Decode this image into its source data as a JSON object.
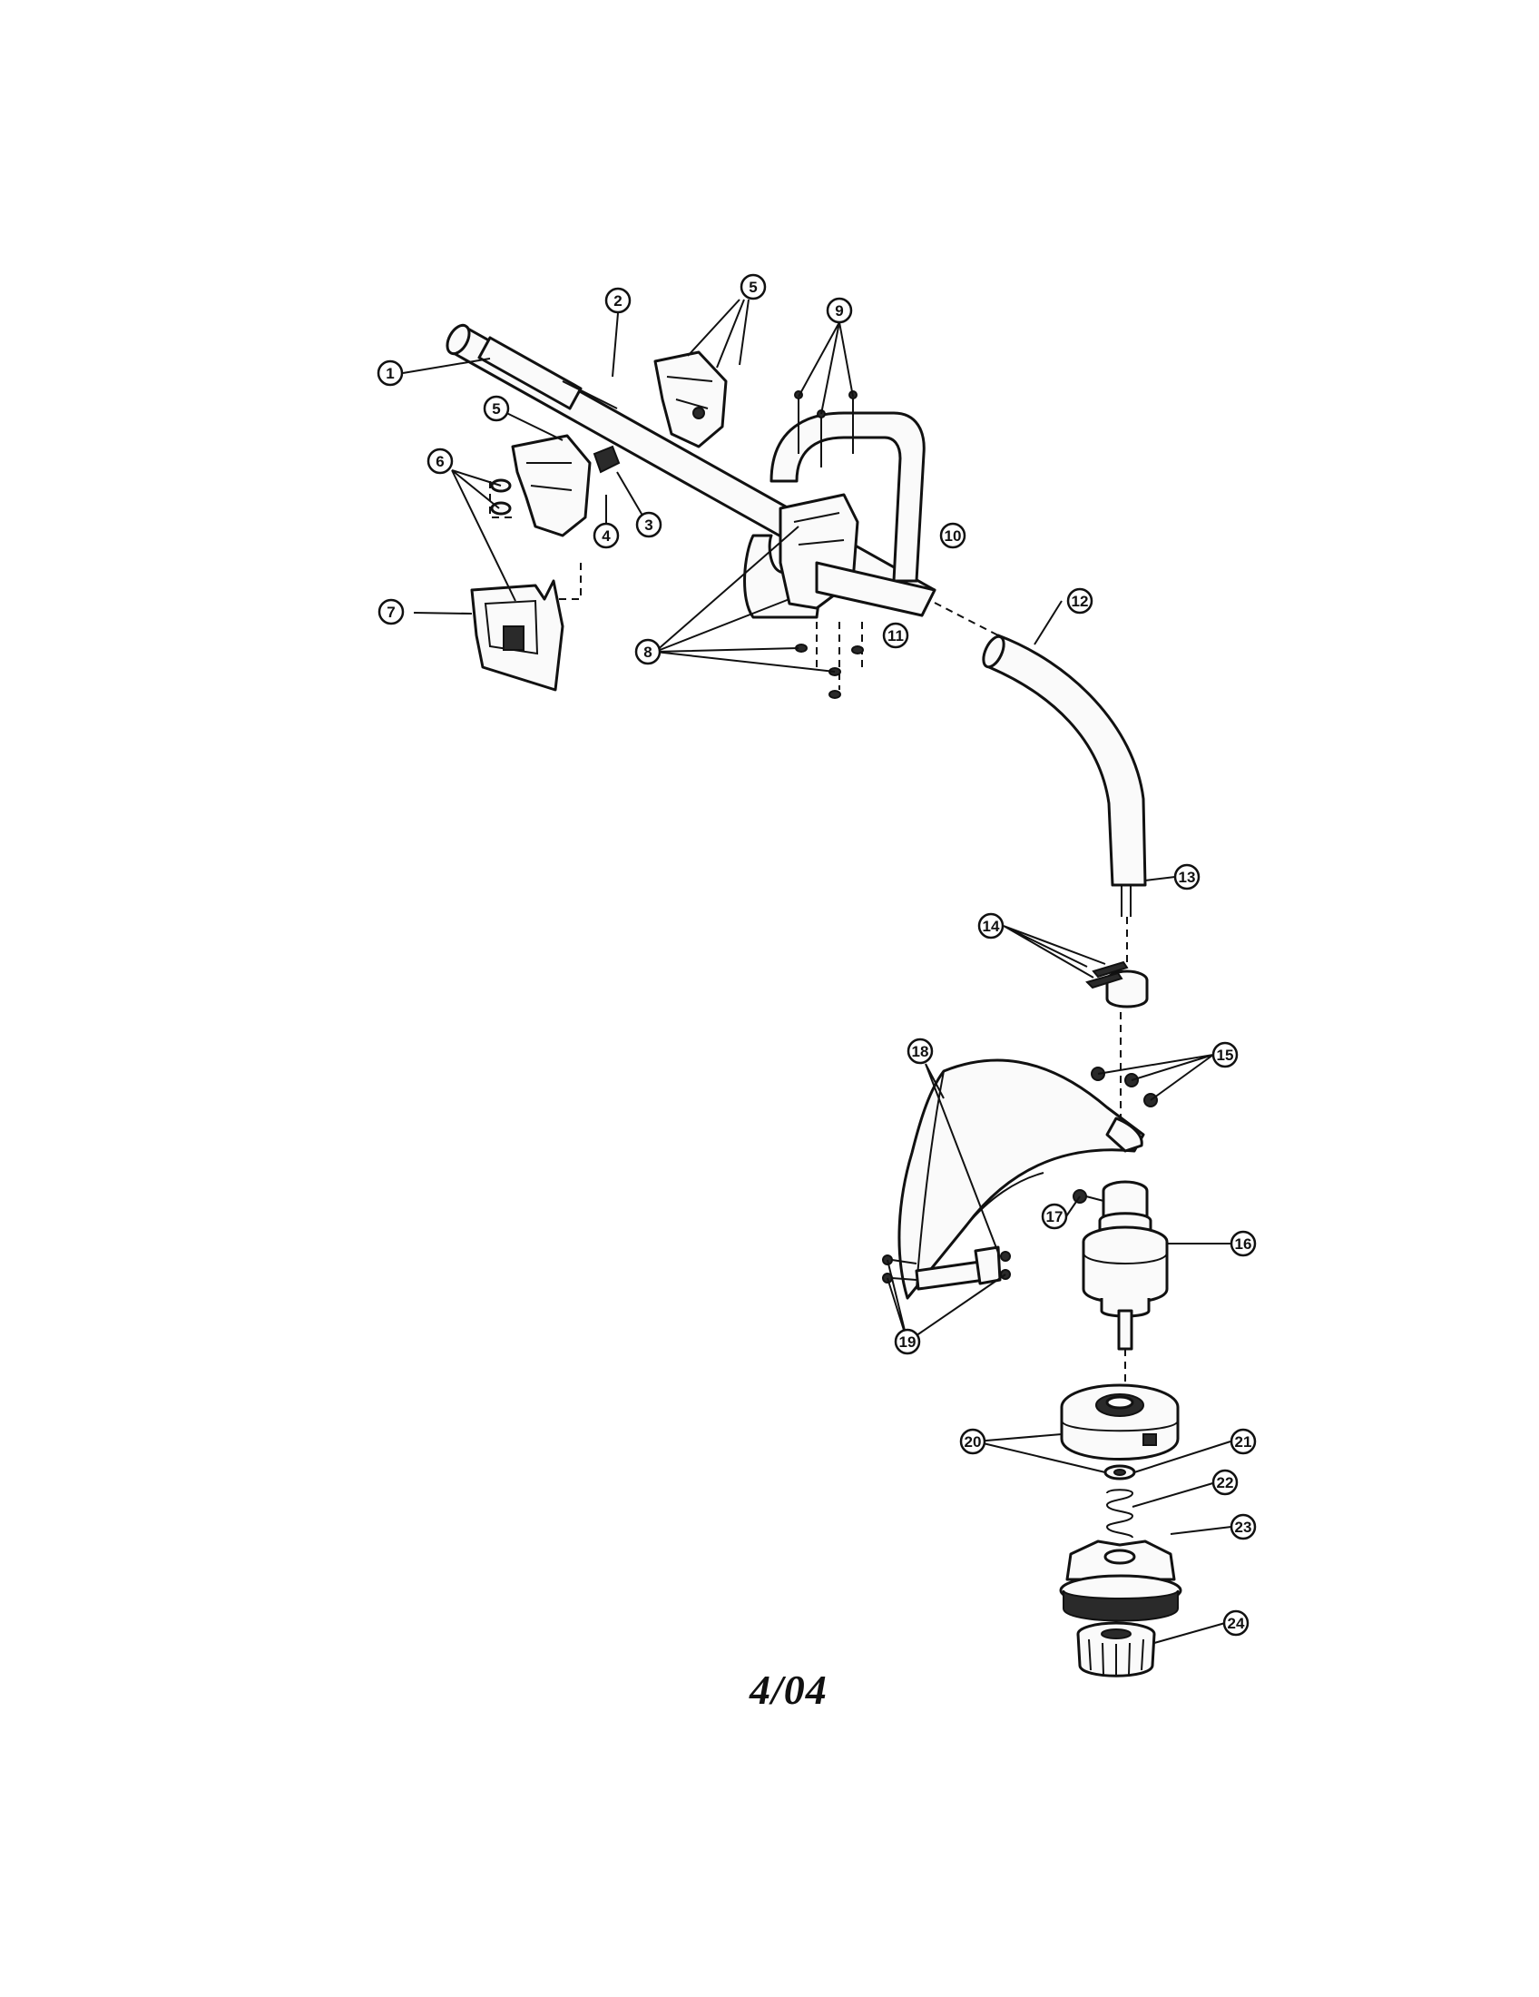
{
  "diagram": {
    "callouts": [
      "1",
      "2",
      "3",
      "4",
      "5",
      "5",
      "6",
      "7",
      "8",
      "9",
      "10",
      "11",
      "12",
      "13",
      "14",
      "15",
      "16",
      "17",
      "18",
      "19",
      "20",
      "21",
      "22",
      "23",
      "24"
    ]
  },
  "footer": {
    "date": "4/04"
  }
}
